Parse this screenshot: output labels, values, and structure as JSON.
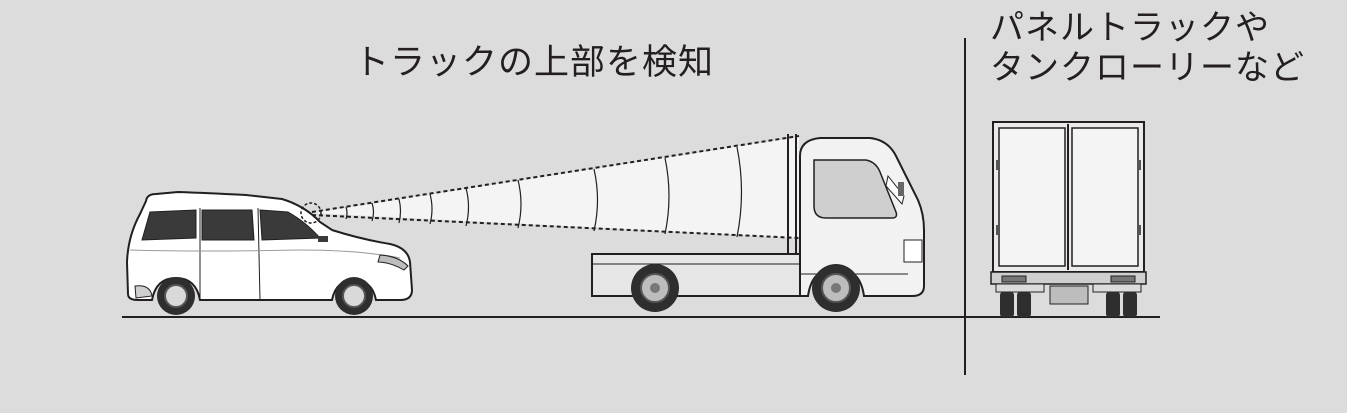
{
  "left_caption": "トラックの上部を検知",
  "right_caption": {
    "line1": "パネルトラックや",
    "line2": "タンクローリーなど"
  },
  "colors": {
    "background": "#dcdcdc",
    "line": "#231f20",
    "vehicle_body": "#ffffff",
    "truck_body": "#f2f2f2",
    "panel_truck_face": "#eaeaea",
    "tire": "#2e2e2e",
    "detection_cone": "#f4f4f4"
  },
  "icons": {
    "car": "car-icon",
    "truck": "truck-icon",
    "panel_truck": "panel-truck-rear-icon",
    "sensor": "sensor-icon"
  }
}
